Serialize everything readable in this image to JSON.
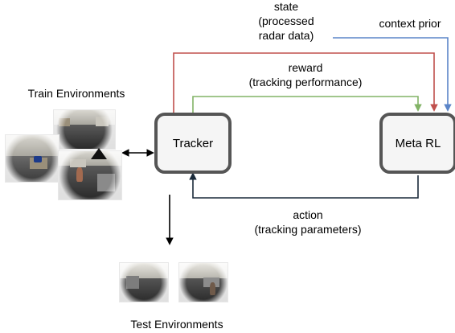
{
  "nodes": {
    "tracker": "Tracker",
    "meta_rl": "Meta RL"
  },
  "edges": {
    "state": [
      "state",
      "(processed",
      "radar data)"
    ],
    "context_prior": "context prior",
    "reward": [
      "reward",
      "(tracking performance)"
    ],
    "action": [
      "action",
      "(tracking parameters)"
    ]
  },
  "captions": {
    "train": "Train Environments",
    "test": "Test Environments"
  },
  "colors": {
    "state": "#c0504d",
    "context_prior": "#5b85c8",
    "reward": "#82b366",
    "action": "#1a2a3a",
    "node_border": "#555555",
    "node_fill": "#f5f5f5"
  }
}
